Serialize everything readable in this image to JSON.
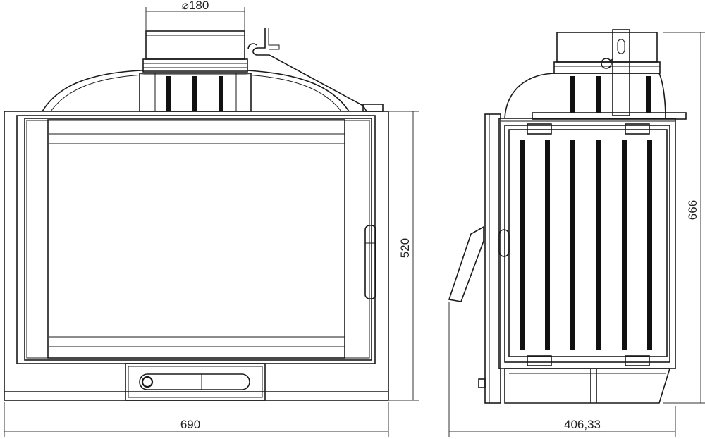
{
  "dimensions": {
    "flue_diameter": "⌀180",
    "front_width": "690",
    "front_height": "520",
    "side_height": "666",
    "side_depth": "406,33"
  },
  "colors": {
    "line": "#1a1a1a",
    "background": "#ffffff"
  }
}
